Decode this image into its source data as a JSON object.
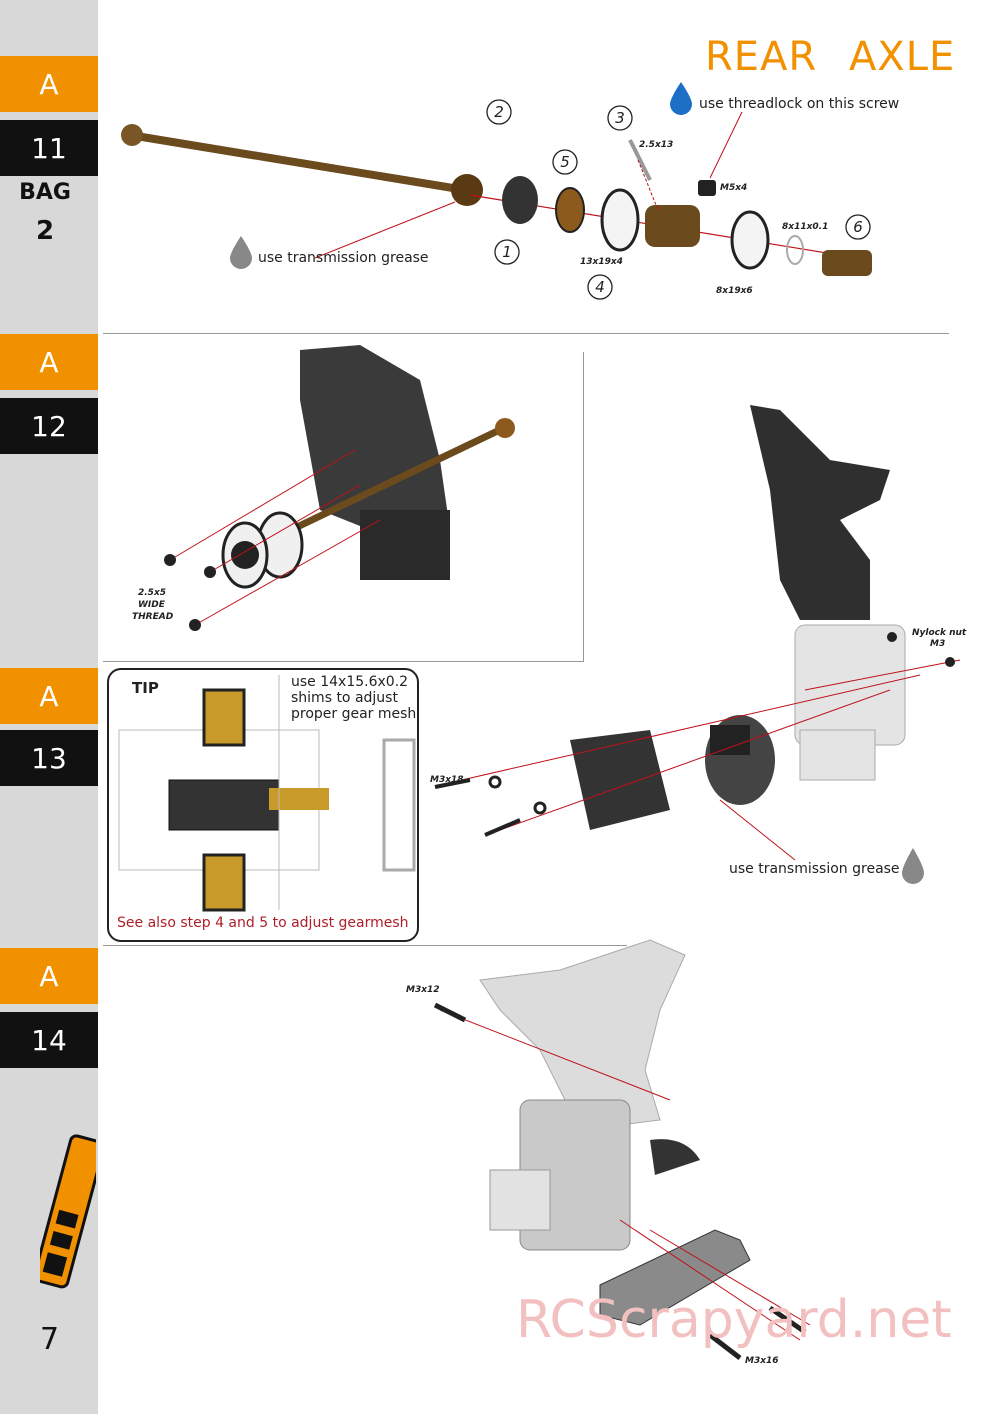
{
  "sidebar": {
    "steps": [
      {
        "section": "A",
        "number": "11"
      },
      {
        "section": "A",
        "number": "12"
      },
      {
        "section": "A",
        "number": "13"
      },
      {
        "section": "A",
        "number": "14"
      }
    ],
    "bag_label": "BAG",
    "bag_number": "2",
    "page_number": "7"
  },
  "title": "REAR AXLE",
  "step11": {
    "threadlock_note": "use threadlock on this screw",
    "grease_note": "use transmission grease",
    "callouts": [
      "1",
      "2",
      "3",
      "4",
      "5",
      "6"
    ],
    "sizes": {
      "pin": "2.5x13",
      "screw": "M5x4",
      "bearing_large": "13x19x4",
      "shim": "8x11x0.1",
      "bearing_small": "8x19x6"
    }
  },
  "step12": {
    "screw_label_1": "2.5x5",
    "screw_label_2": "WIDE",
    "screw_label_3": "THREAD"
  },
  "step13": {
    "tip_title": "TIP",
    "tip_text_1": "use 14x15.6x0.2",
    "tip_text_2": "shims to adjust",
    "tip_text_3": "proper gear mesh",
    "tip_footer": "See also step 4 and 5 to adjust gearmesh",
    "nylock_1": "Nylock nut",
    "nylock_2": "M3",
    "screw": "M3x18",
    "grease_note": "use transmission grease"
  },
  "step14": {
    "screw_top": "M3x12",
    "screw_bottom": "M3x16"
  },
  "watermark": "RCScrapyard.net",
  "colors": {
    "accent": "#f29100",
    "sidebar": "#d8d8d8",
    "tab_dark": "#111111",
    "guide_line": "#c0101a"
  }
}
